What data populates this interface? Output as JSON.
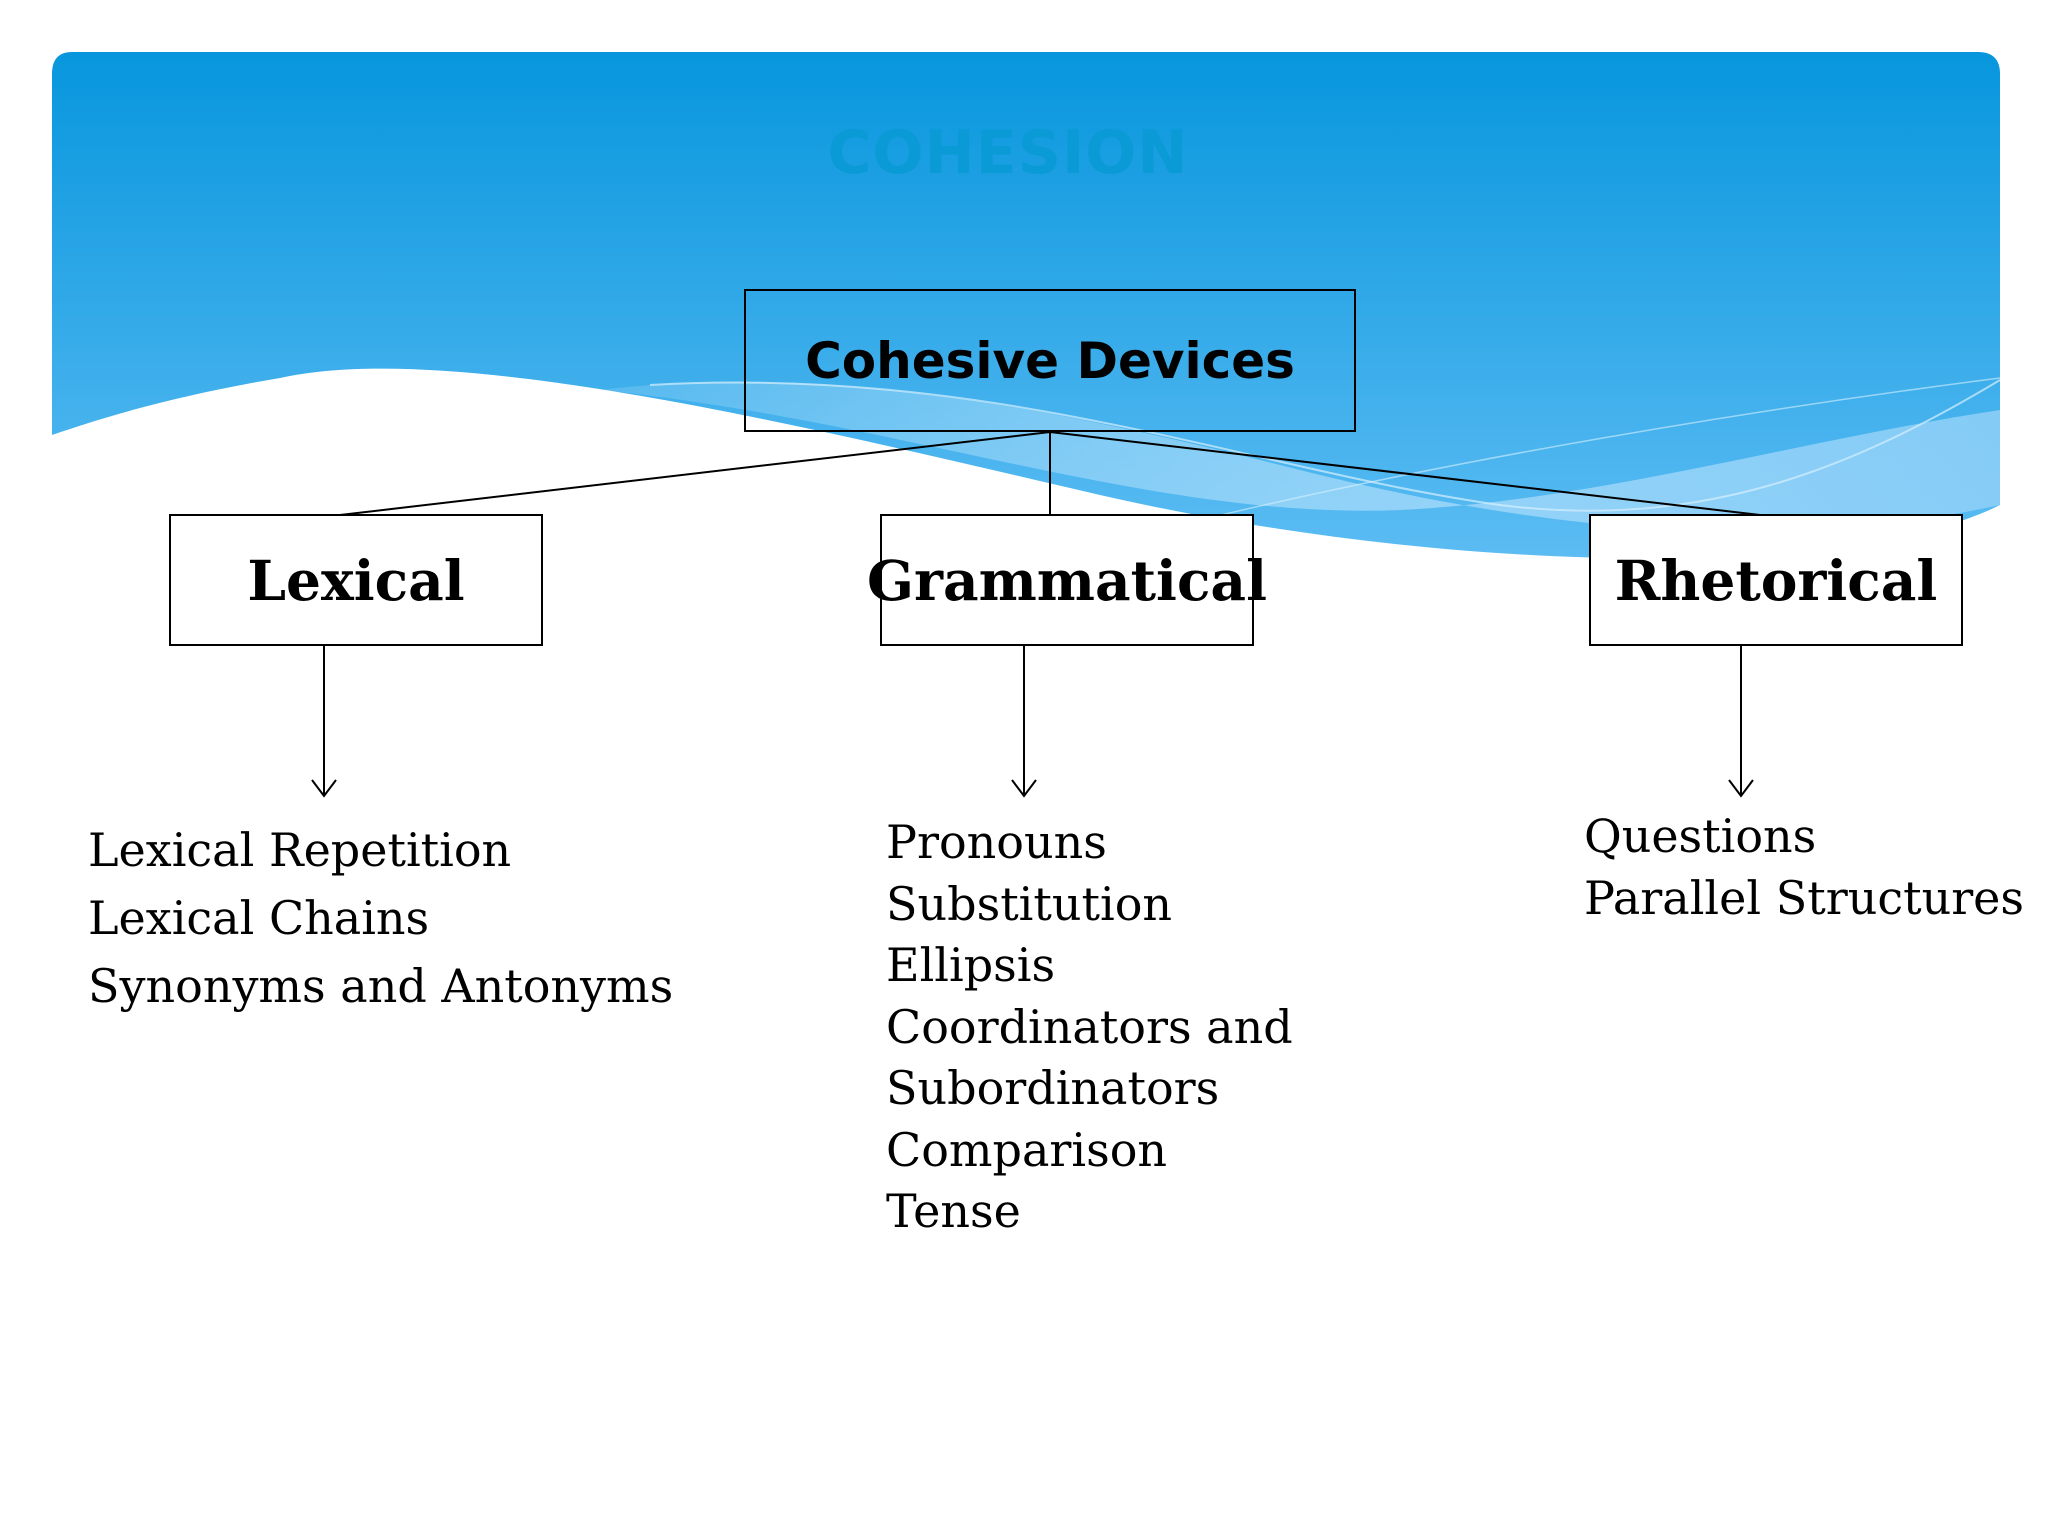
{
  "slide": {
    "title": "COHESION",
    "colors": {
      "banner_top": "#0796dd",
      "banner_bottom": "#5cbcf3",
      "wave_light": "#a8dbfa",
      "title": "#0a9ad6",
      "page": "#ffffff",
      "lines": "#000000"
    }
  },
  "diagram": {
    "root": {
      "label": "Cohesive Devices"
    },
    "categories": [
      {
        "id": "lexical",
        "label": "Lexical",
        "items": [
          "Lexical Repetition",
          "Lexical Chains",
          "Synonyms and Antonyms"
        ]
      },
      {
        "id": "grammatical",
        "label": "Grammatical",
        "items": [
          "Pronouns",
          "Substitution",
          "Ellipsis",
          "Coordinators and",
          "Subordinators",
          "Comparison",
          "Tense"
        ]
      },
      {
        "id": "rhetorical",
        "label": "Rhetorical",
        "items": [
          "Questions",
          "Parallel Structures"
        ]
      }
    ]
  }
}
